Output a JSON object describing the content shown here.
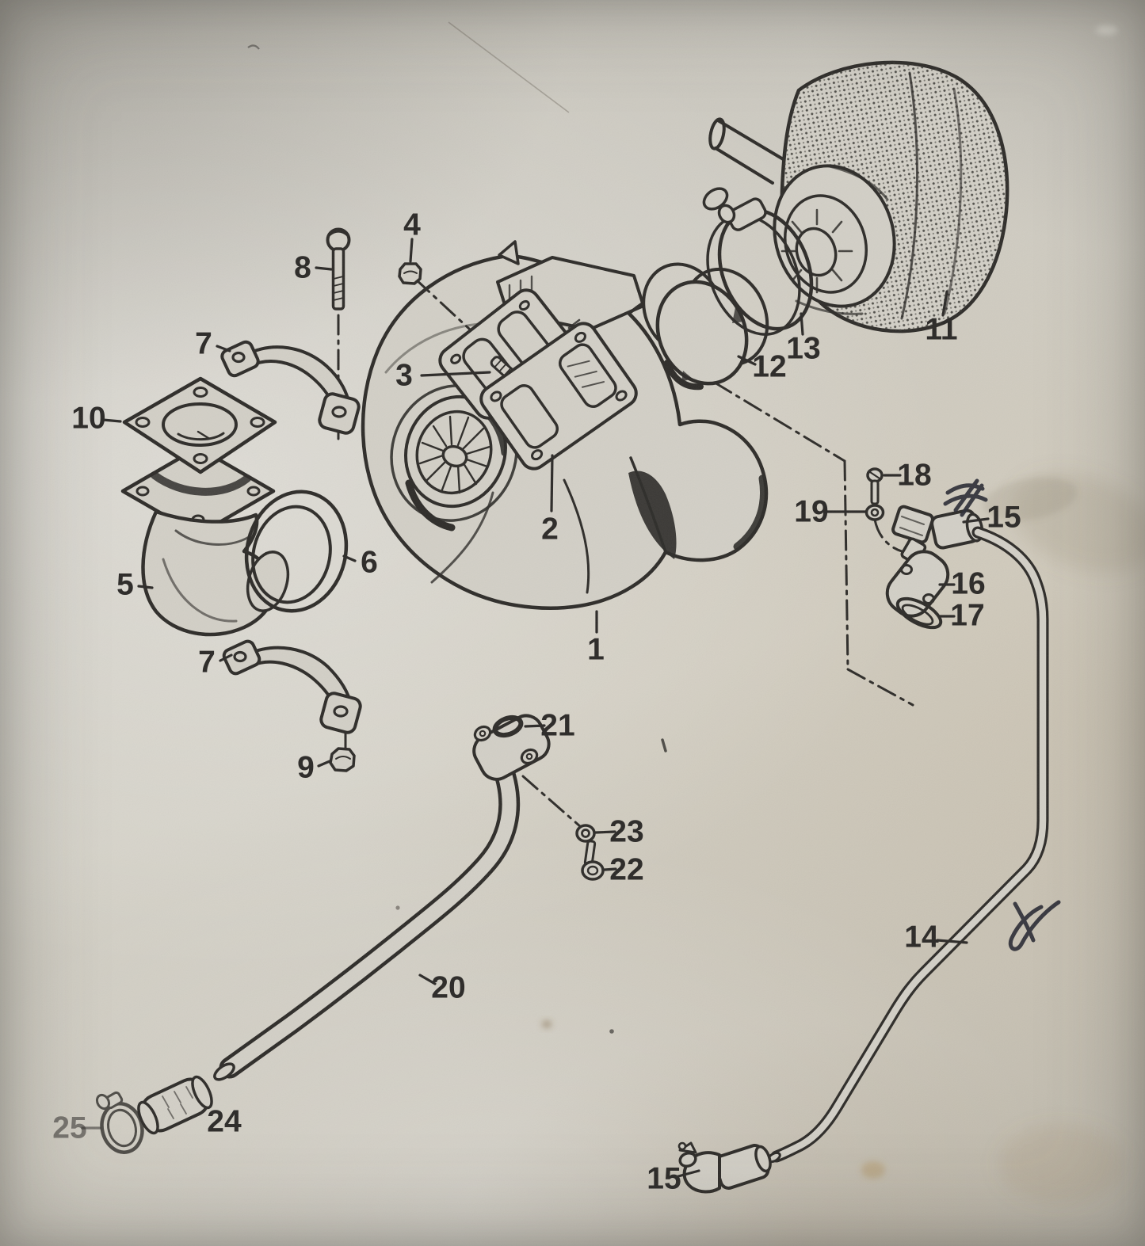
{
  "figure": {
    "kind": "exploded-parts-diagram",
    "subject": "turbocharger assembly parts page",
    "paper_color": "#cfccc3",
    "ink_color": "#2e2c29",
    "pen_color": "#2b2c35"
  },
  "callouts": {
    "1": "1",
    "2": "2",
    "3": "3",
    "4": "4",
    "5": "5",
    "6": "6",
    "7": "7",
    "8": "8",
    "9": "9",
    "10": "10",
    "11": "11",
    "12": "12",
    "13": "13",
    "14": "14",
    "15": "15",
    "16": "16",
    "17": "17",
    "18": "18",
    "19": "19",
    "20": "20",
    "21": "21",
    "22": "22",
    "23": "23",
    "24": "24",
    "25": "25"
  }
}
